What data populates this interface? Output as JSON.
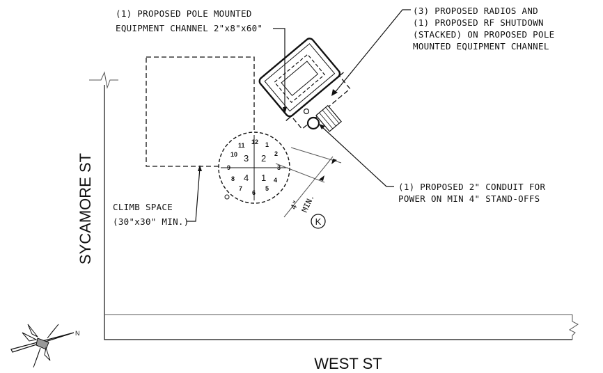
{
  "streets": {
    "left": "SYCAMORE ST",
    "bottom": "WEST ST"
  },
  "notes": {
    "equipment_channel": [
      "(1) PROPOSED POLE MOUNTED",
      "EQUIPMENT CHANNEL 2\"x8\"x60\""
    ],
    "radios": [
      "(3) PROPOSED RADIOS AND",
      "(1) PROPOSED RF SHUTDOWN",
      "(STACKED) ON PROPOSED POLE",
      "MOUNTED EQUIPMENT CHANNEL"
    ],
    "conduit": [
      "(1) PROPOSED 2\" CONDUIT FOR",
      "POWER ON MIN 4\" STAND-OFFS"
    ],
    "climb_space": [
      "CLIMB SPACE",
      "(30\"x30\" MIN.)"
    ]
  },
  "pole": {
    "quadrants": [
      "1",
      "2",
      "3",
      "4"
    ],
    "clock": [
      "12",
      "1",
      "2",
      "3",
      "4",
      "5",
      "6",
      "7",
      "8",
      "9",
      "10",
      "11"
    ]
  },
  "dimension": {
    "value": "4\"",
    "unit": "MIN."
  },
  "keynote": "K",
  "compass": {
    "north": "N"
  }
}
